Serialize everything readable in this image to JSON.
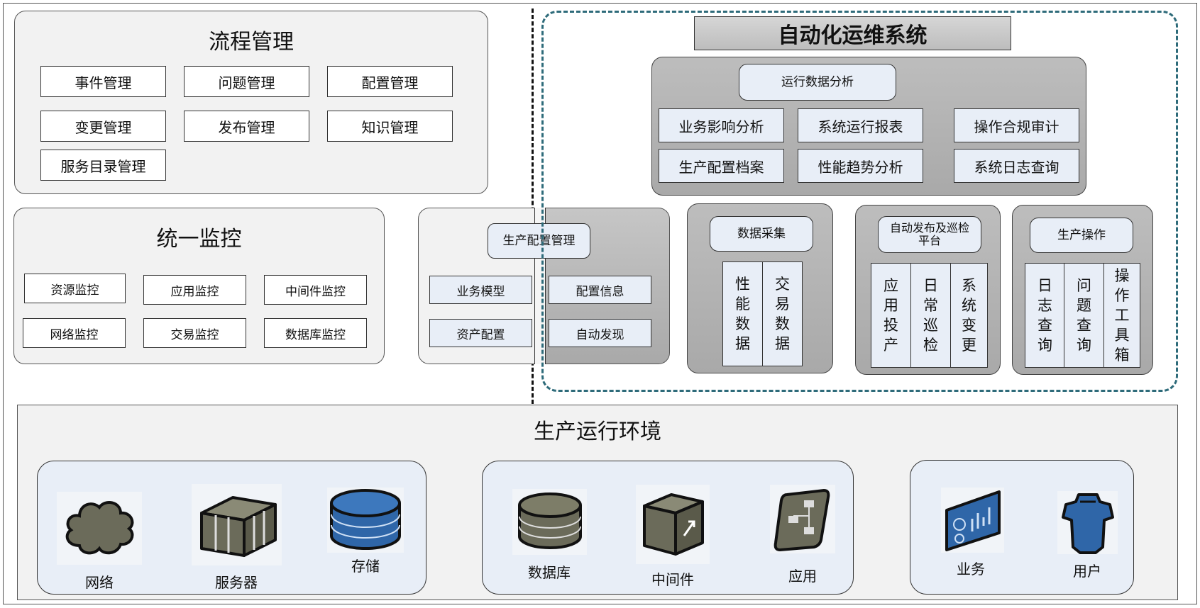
{
  "process": {
    "title": "流程管理",
    "items": [
      "事件管理",
      "问题管理",
      "配置管理",
      "变更管理",
      "发布管理",
      "知识管理",
      "服务目录管理"
    ]
  },
  "monitor": {
    "title": "统一监控",
    "items": [
      "资源监控",
      "应用监控",
      "中间件监控",
      "网络监控",
      "交易监控",
      "数据库监控"
    ]
  },
  "config_mgmt": {
    "title": "生产配置管理",
    "left": [
      "业务模型",
      "资产配置"
    ],
    "right": [
      "配置信息",
      "自动发现"
    ]
  },
  "auto_ops": {
    "title": "自动化运维系统",
    "analysis": {
      "title": "运行数据分析",
      "items": [
        "业务影响分析",
        "系统运行报表",
        "操作合规审计",
        "生产配置档案",
        "性能趋势分析",
        "系统日志查询"
      ]
    },
    "collection": {
      "title": "数据采集",
      "cols": [
        "性能数据",
        "交易数据"
      ]
    },
    "release": {
      "title": "自动发布及巡检平台",
      "cols": [
        "应用投产",
        "日常巡检",
        "系统变更"
      ]
    },
    "operation": {
      "title": "生产操作",
      "cols": [
        "日志查询",
        "问题查询",
        "操作工具箱"
      ]
    }
  },
  "env": {
    "title": "生产运行环境",
    "groups": [
      {
        "items": [
          {
            "label": "网络",
            "icon": "cloud-icon"
          },
          {
            "label": "服务器",
            "icon": "server-icon"
          },
          {
            "label": "存储",
            "icon": "storage-icon"
          }
        ]
      },
      {
        "items": [
          {
            "label": "数据库",
            "icon": "database-icon"
          },
          {
            "label": "中间件",
            "icon": "middleware-icon"
          },
          {
            "label": "应用",
            "icon": "application-icon"
          }
        ]
      },
      {
        "items": [
          {
            "label": "业务",
            "icon": "business-icon"
          },
          {
            "label": "用户",
            "icon": "user-icon"
          }
        ]
      }
    ]
  },
  "colors": {
    "dash_border": "#2e6b7a",
    "panel_gray": "#f2f2f2",
    "light_blue": "#e8eef7",
    "dark_icon": "#6b6b5a",
    "blue_icon": "#2f66a8"
  }
}
